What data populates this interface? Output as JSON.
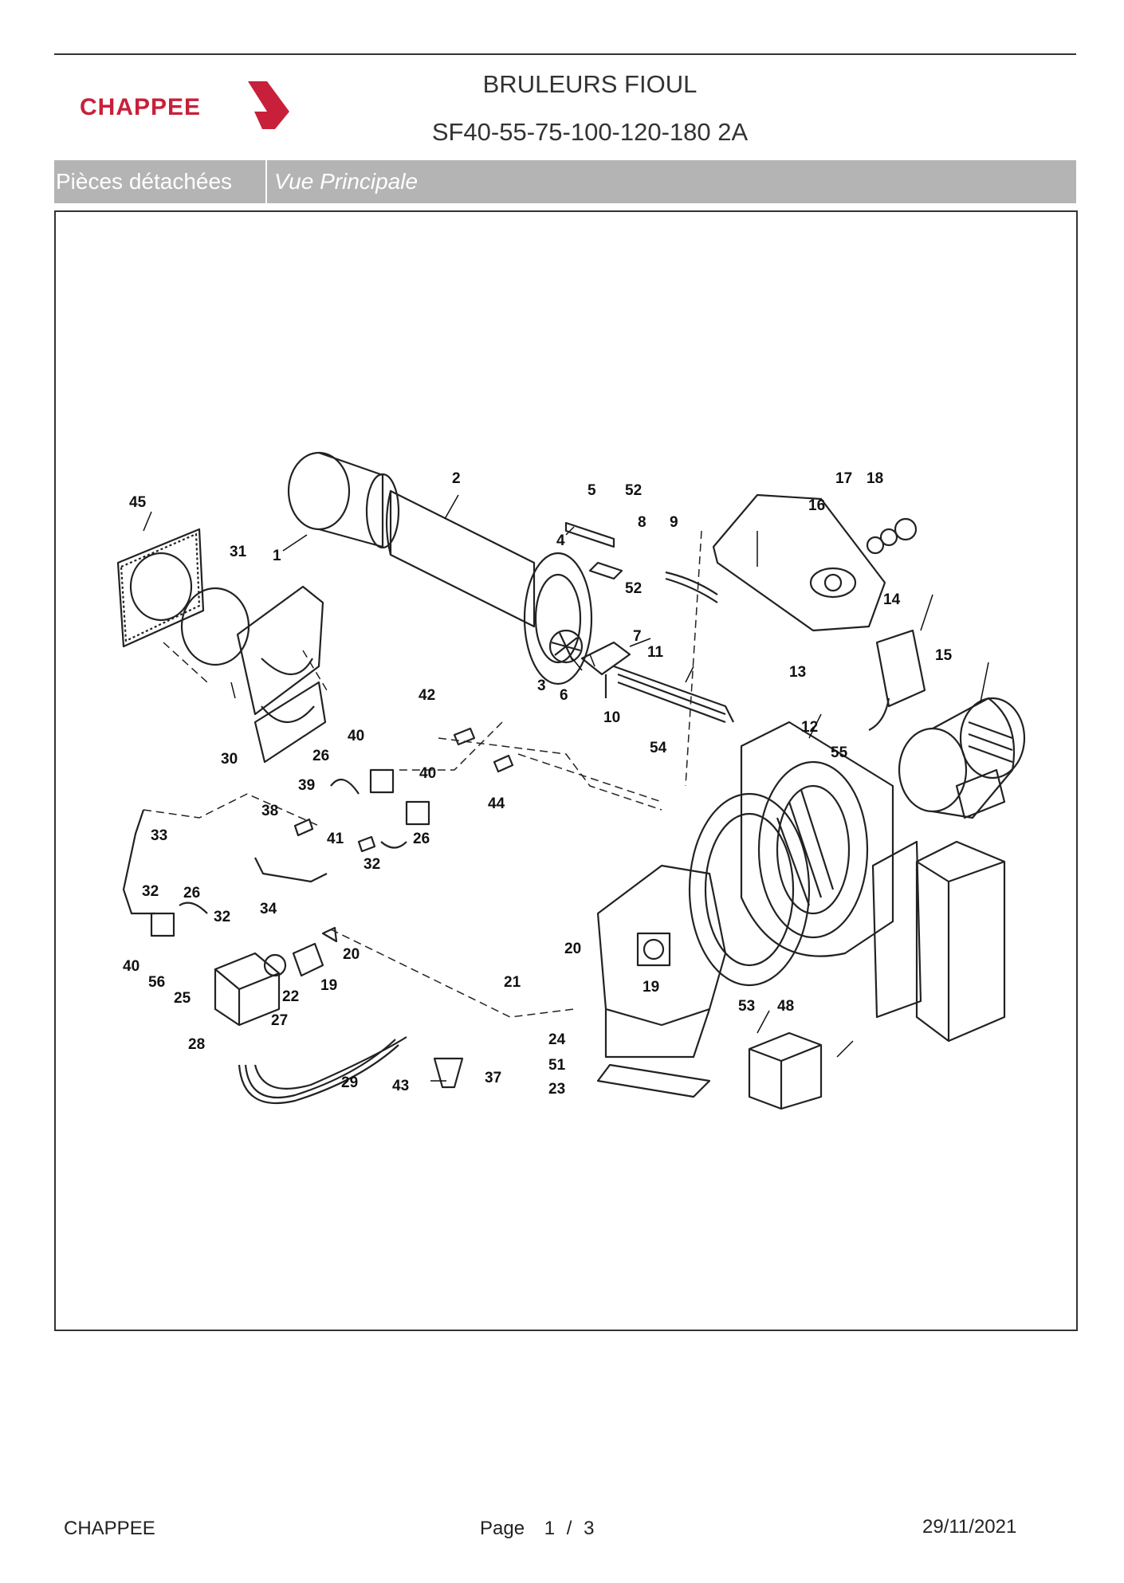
{
  "header": {
    "logo_text": "CHAPPEE",
    "title": "BRULEURS FIOUL",
    "subtitle": "SF40-55-75-100-120-180 2A"
  },
  "tabs": [
    {
      "label": "Pièces détachées"
    },
    {
      "label": "Vue Principale"
    }
  ],
  "diagram": {
    "callouts": [
      "1",
      "2",
      "3",
      "4",
      "5",
      "6",
      "7",
      "8",
      "9",
      "10",
      "11",
      "12",
      "13",
      "14",
      "15",
      "16",
      "17",
      "18",
      "19",
      "20",
      "21",
      "22",
      "23",
      "24",
      "25",
      "26",
      "27",
      "28",
      "29",
      "30",
      "31",
      "32",
      "33",
      "34",
      "37",
      "38",
      "39",
      "40",
      "41",
      "42",
      "43",
      "44",
      "45",
      "48",
      "51",
      "52",
      "53",
      "54",
      "55",
      "56"
    ]
  },
  "footer": {
    "brand": "CHAPPEE",
    "page_label": "Page",
    "page_current": "1",
    "page_separator": "/",
    "page_total": "3",
    "date": "29/11/2021"
  },
  "colors": {
    "brand_red": "#c8203a",
    "tab_background": "#b4b4b4",
    "frame_border": "#333333"
  }
}
